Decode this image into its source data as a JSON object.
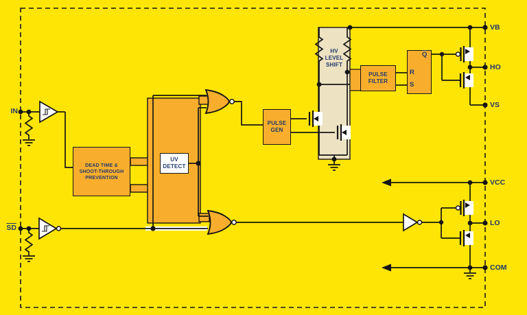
{
  "diagram_type": "gate-driver-ic-functional-block-diagram",
  "colors": {
    "background": "#FFE505",
    "block_orange": "#F8AE2C",
    "level_shift_beige": "#EDE2C2",
    "text_navy": "#21386B",
    "line_black": "#151515",
    "box_white": "#FFFFFF"
  },
  "pins": {
    "left": [
      {
        "label": "IN",
        "overline": false
      },
      {
        "label": "SD",
        "overline": true
      }
    ],
    "right": [
      {
        "label": "VB"
      },
      {
        "label": "HO"
      },
      {
        "label": "VS"
      },
      {
        "label": "VCC"
      },
      {
        "label": "LO"
      },
      {
        "label": "COM"
      }
    ]
  },
  "blocks": {
    "dead_time": {
      "line1": "DEAD TIME &",
      "line2": "SHOOT-THROUGH",
      "line3": "PREVENTION"
    },
    "uv_detect": {
      "line1": "UV",
      "line2": "DETECT"
    },
    "pulse_gen": {
      "line1": "PULSE",
      "line2": "GEN"
    },
    "hv_level_shift": {
      "line1": "HV",
      "line2": "LEVEL",
      "line3": "SHIFT"
    },
    "pulse_filter": {
      "line1": "PULSE",
      "line2": "FILTER"
    },
    "latch": {
      "r": "R",
      "s": "S",
      "q": "Q"
    }
  },
  "icons": [
    "schmitt-buffer-icon",
    "schmitt-inverter-icon",
    "nor-gate-icon",
    "inverter-icon",
    "mosfet-icon",
    "resistor-icon",
    "ground-icon",
    "arrow-left-icon",
    "junction-dot-icon"
  ]
}
